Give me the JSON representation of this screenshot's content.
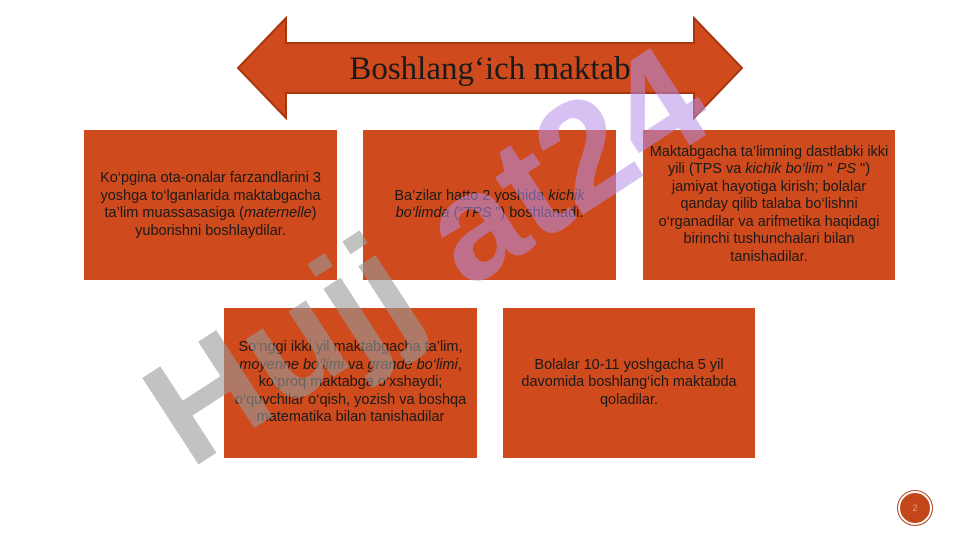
{
  "slide": {
    "title": "Boshlang‘ich maktab",
    "boxes": [
      {
        "segments": [
          "Ko‘pgina ota-onalar farzandlarini 3 yoshga to‘lganlarida maktabgacha ta’lim muassasasiga (",
          "maternelle",
          ") yuborishni boshlaydilar."
        ]
      },
      {
        "segments": [
          "Ba’zilar hatto 2 yoshida ",
          "kichik bo‘limda",
          " (“",
          "TPS",
          " ”) boshlanadi."
        ]
      },
      {
        "segments": [
          "Maktabgacha ta’limning dastlabki ikki yili (TPS va ",
          "kichik bo‘lim",
          " \" ",
          "PS",
          " \") jamiyat hayotiga kirish; bolalar qanday qilib talaba bo‘lishni o‘rganadilar va arifmetika haqidagi birinchi tushunchalari bilan tanishadilar."
        ]
      },
      {
        "segments": [
          "So‘nggi ikki yil maktabgacha ta’lim, ",
          "moyenne bo‘limi",
          " va ",
          "grande bo‘limi",
          ", ko‘proq maktabga o‘xshaydi; o‘quvchilar o‘qish, yozish va boshqa matematika bilan tanishadilar"
        ]
      },
      {
        "segments": [
          "Bolalar 10-11 yoshgacha 5 yil davomida boshlang‘ich maktabda qoladilar."
        ]
      }
    ],
    "watermark_text": "Hujjat24",
    "page_number": "2"
  },
  "colors": {
    "box_fill": "#cf4a1c",
    "arrow_fill": "#cf4a1c",
    "watermark_purple": "#c9a6f0",
    "watermark_gray": "#b5b5b5"
  }
}
